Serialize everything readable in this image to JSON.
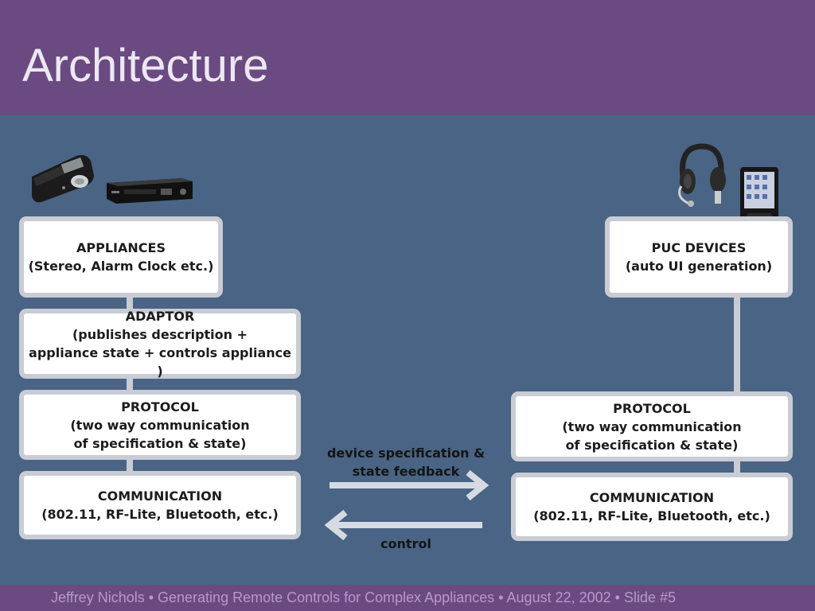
{
  "title": "Architecture",
  "left_stack": {
    "appliances": {
      "title": "APPLIANCES",
      "line1": "(Stereo, Alarm Clock etc.)"
    },
    "adaptor": {
      "title": "ADAPTOR",
      "line1": "(publishes description +",
      "line2": "appliance state + controls appliance )"
    },
    "protocol": {
      "title": "PROTOCOL",
      "line1": "(two way communication",
      "line2": "of specification & state)"
    },
    "communication": {
      "title": "COMMUNICATION",
      "line1": "(802.11, RF-Lite, Bluetooth, etc.)"
    }
  },
  "right_stack": {
    "puc_devices": {
      "title": "PUC DEVICES",
      "line1": "(auto UI generation)"
    },
    "protocol": {
      "title": "PROTOCOL",
      "line1": "(two way communication",
      "line2": "of specification & state)"
    },
    "communication": {
      "title": "COMMUNICATION",
      "line1": "(802.11, RF-Lite, Bluetooth, etc.)"
    }
  },
  "arrows": {
    "forward_label_1": "device specification &",
    "forward_label_2": "state feedback",
    "back_label": "control"
  },
  "footer": "Jeffrey Nichols •   Generating Remote Controls for Complex Appliances •   August 22, 2002 •   Slide #5",
  "colors": {
    "header": "#6b4a82",
    "background": "#4a6485",
    "box_border": "#c9ccd4",
    "title_text": "#ece8f2",
    "footer_text": "#b79ac8"
  },
  "icons": [
    "alarm-clock-icon",
    "stereo-receiver-icon",
    "headset-icon",
    "pda-icon"
  ]
}
